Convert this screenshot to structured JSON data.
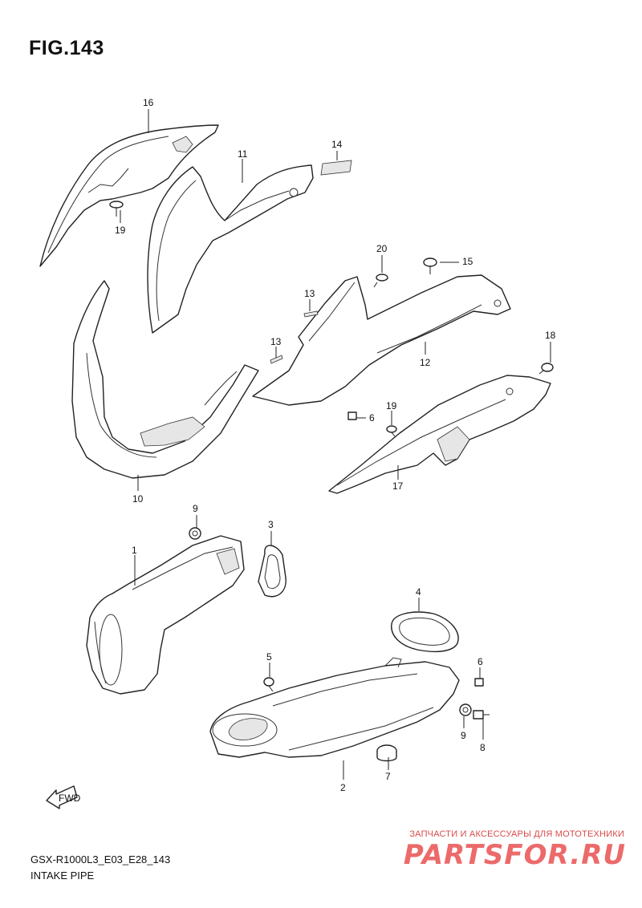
{
  "figure": {
    "title": "FIG.143",
    "code": "GSX-R1000L3_E03_E28_143",
    "subtitle": "INTAKE PIPE"
  },
  "fwd_label": "FWD",
  "watermark": {
    "tagline": "ЗАПЧАСТИ И АКСЕССУАРЫ ДЛЯ МОТОТЕХНИКИ",
    "logo": "PARTSFOR.RU"
  },
  "parts": [
    {
      "number": "16"
    },
    {
      "number": "19"
    },
    {
      "number": "11"
    },
    {
      "number": "14"
    },
    {
      "number": "20"
    },
    {
      "number": "15"
    },
    {
      "number": "13"
    },
    {
      "number": "13"
    },
    {
      "number": "12"
    },
    {
      "number": "18"
    },
    {
      "number": "6"
    },
    {
      "number": "19"
    },
    {
      "number": "17"
    },
    {
      "number": "10"
    },
    {
      "number": "9"
    },
    {
      "number": "3"
    },
    {
      "number": "1"
    },
    {
      "number": "4"
    },
    {
      "number": "5"
    },
    {
      "number": "6"
    },
    {
      "number": "9"
    },
    {
      "number": "8"
    },
    {
      "number": "7"
    },
    {
      "number": "2"
    }
  ],
  "colors": {
    "line": "#222222",
    "watermark": "#ec6a6a"
  }
}
